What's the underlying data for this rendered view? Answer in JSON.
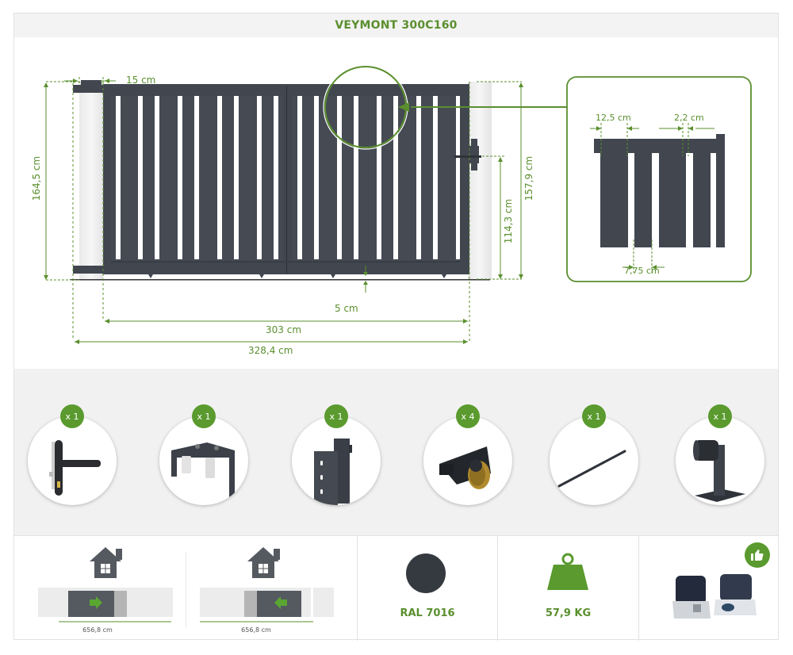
{
  "header": {
    "title": "VEYMONT 300C160"
  },
  "colors": {
    "accent_green": "#5a8f2e",
    "gate_anthracite": "#41464f",
    "panel_bg": "#f1f1f1"
  },
  "drawing": {
    "dimensions": {
      "pillar_width": "15 cm",
      "total_height": "164,5 cm",
      "gate_height": "157,9 cm",
      "lock_height": "114,3 cm",
      "ground_clearance": "5 cm",
      "passage_width": "303 cm",
      "total_width": "328,4 cm"
    },
    "detail": {
      "board_width": "12,5 cm",
      "gap_small": "2,2 cm",
      "gap_large": "7,75 cm"
    }
  },
  "accessories": [
    {
      "name": "lock-handle",
      "quantity": "x 1"
    },
    {
      "name": "top-guide-bracket",
      "quantity": "x 1"
    },
    {
      "name": "strike-keeper",
      "quantity": "x 1"
    },
    {
      "name": "roller-wheel",
      "quantity": "x 4"
    },
    {
      "name": "ground-rail",
      "quantity": "x 1"
    },
    {
      "name": "guide-post",
      "quantity": "x 1"
    }
  ],
  "bottom": {
    "opening_right": {
      "icon": "house-icon",
      "dimension": "656,8 cm",
      "direction": "right"
    },
    "opening_left": {
      "icon": "house-icon",
      "dimension": "656,8 cm",
      "direction": "left"
    },
    "color": {
      "swatch": "#353a40",
      "label": "RAL 7016"
    },
    "weight": {
      "icon": "weight-icon",
      "label": "57,9 KG"
    },
    "motor": {
      "icon": "thumbs-up-icon",
      "label": "motorization-compatible"
    }
  }
}
